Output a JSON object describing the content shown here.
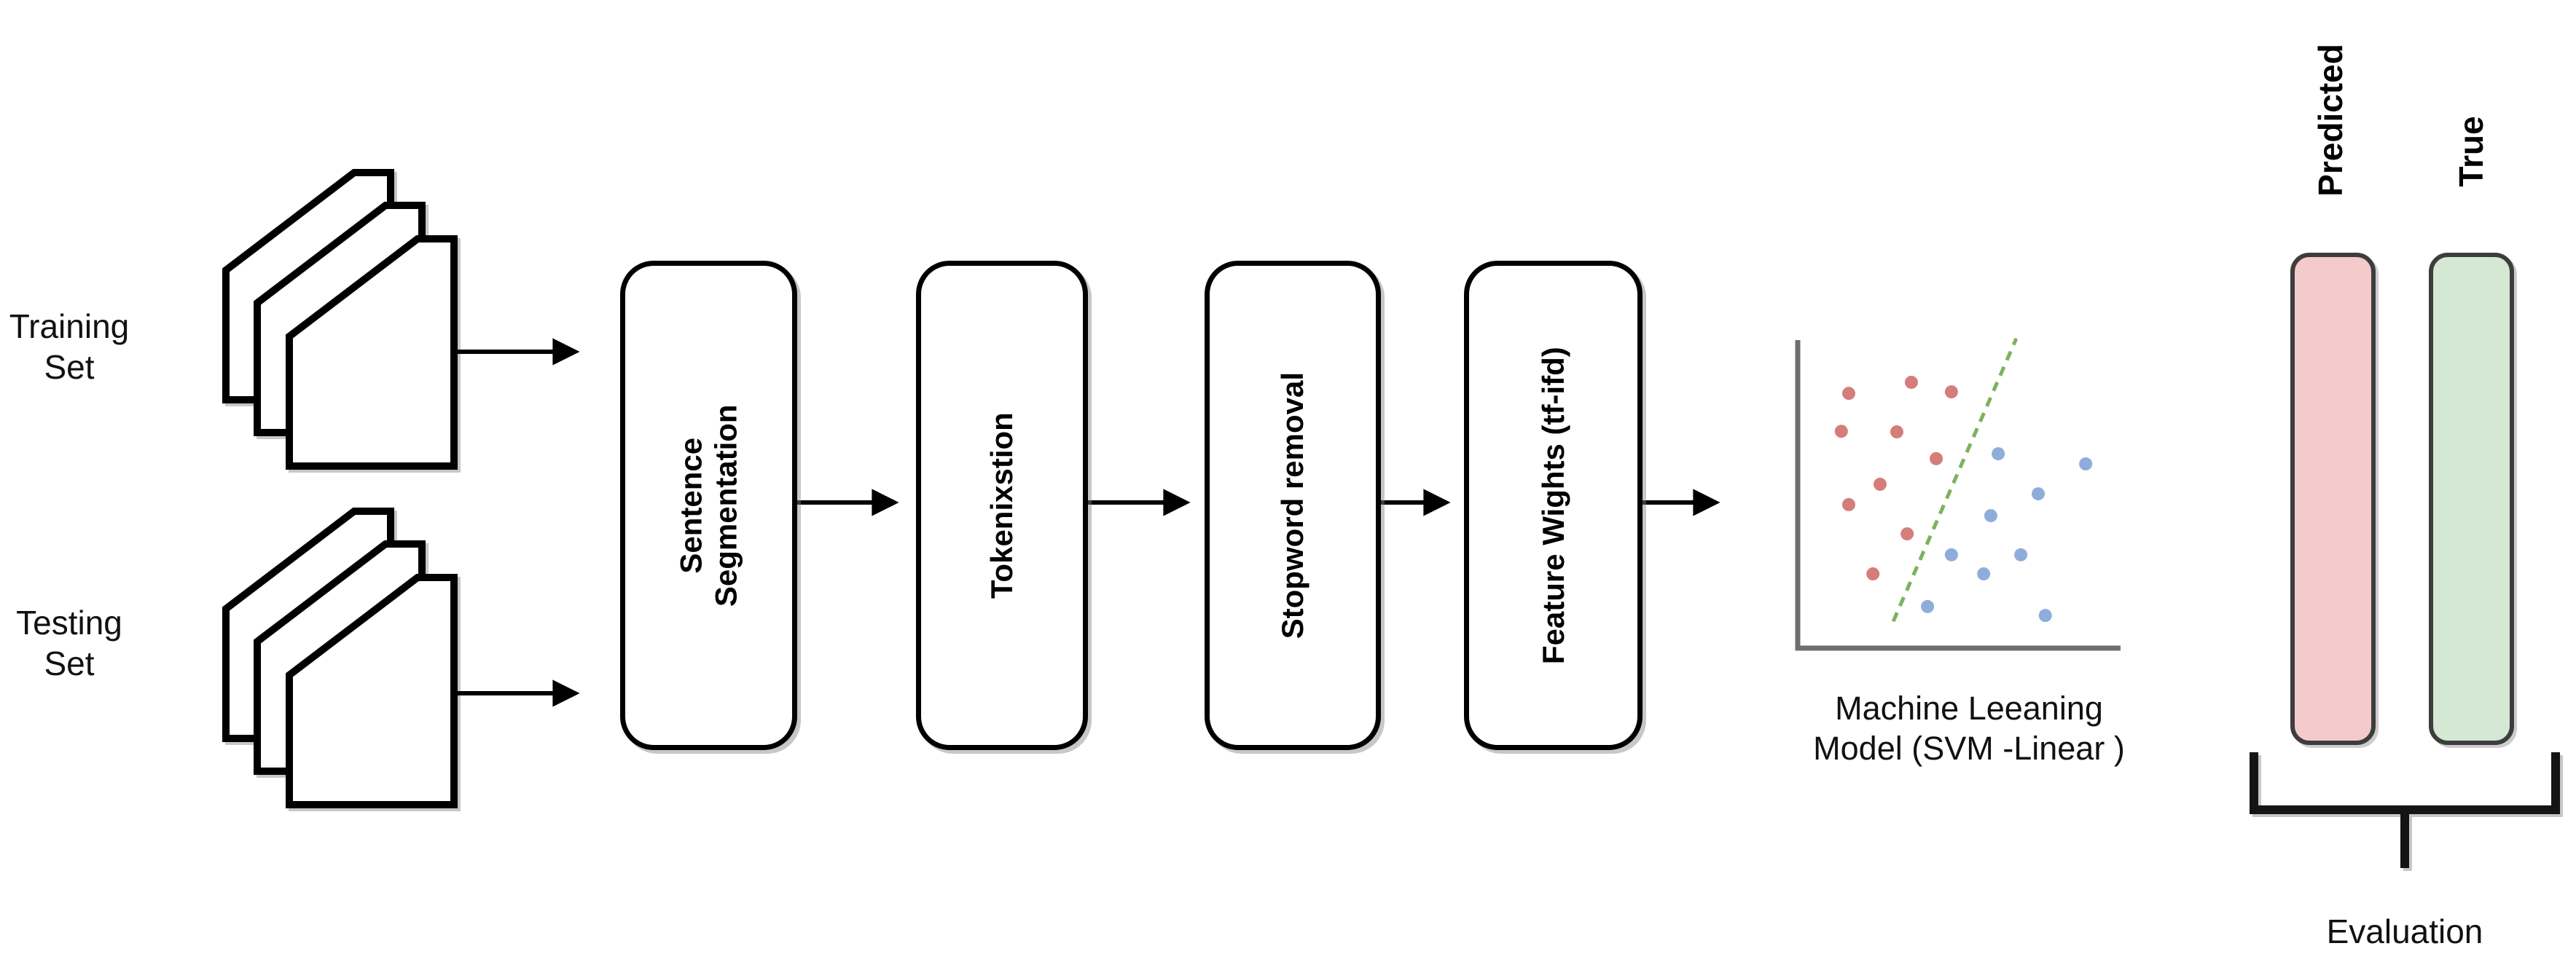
{
  "diagram": {
    "inputs": [
      {
        "id": "training",
        "label": "Training Set"
      },
      {
        "id": "testing",
        "label": "Testing Set"
      }
    ],
    "icons": {
      "training": "documents-stack-icon",
      "testing": "documents-stack-icon"
    },
    "pipeline": [
      {
        "label": "Sentence Segmentation"
      },
      {
        "label": "Tokenixstion"
      },
      {
        "label": "Stopword removal"
      },
      {
        "label": "Feature Wights (tf-ifd)"
      }
    ],
    "evaluation": {
      "predicted_label": "Predicted",
      "true_label": "True",
      "bracket_label": "Evaluation",
      "predicted_color": "#f4caca",
      "true_color": "#d5e8d4",
      "bar_border_color": "#3d3d3d"
    }
  },
  "chart_data": {
    "type": "scatter",
    "title": "Machine Leeaning Model (SVM -Linear )",
    "xlabel": "",
    "ylabel": "",
    "axes": {
      "color": "#6e6e6e",
      "show_ticks": false,
      "xlim": [
        0,
        100
      ],
      "ylim": [
        0,
        100
      ]
    },
    "legend": "none",
    "series": [
      {
        "name": "class-red",
        "color": "#cc6664",
        "points": [
          [
            15.8,
            82.7
          ],
          [
            35.2,
            86.3
          ],
          [
            47.6,
            83.2
          ],
          [
            13.5,
            70.4
          ],
          [
            30.7,
            70.2
          ],
          [
            42.9,
            61.5
          ],
          [
            25.5,
            53.2
          ],
          [
            15.8,
            46.6
          ],
          [
            33.9,
            37.1
          ],
          [
            23.3,
            24.1
          ]
        ]
      },
      {
        "name": "class-blue",
        "color": "#7a9fd4",
        "points": [
          [
            62.1,
            63.1
          ],
          [
            89.2,
            59.8
          ],
          [
            74.5,
            50.1
          ],
          [
            59.8,
            43.0
          ],
          [
            47.6,
            30.3
          ],
          [
            69.1,
            30.3
          ],
          [
            57.6,
            24.1
          ],
          [
            40.2,
            13.5
          ],
          [
            76.7,
            10.6
          ]
        ]
      }
    ],
    "separator_line": {
      "name": "svm-decision-boundary",
      "color": "#7cb25e",
      "style": "dashed",
      "from": [
        29.6,
        8.7
      ],
      "to": [
        67.7,
        100.5
      ]
    }
  }
}
